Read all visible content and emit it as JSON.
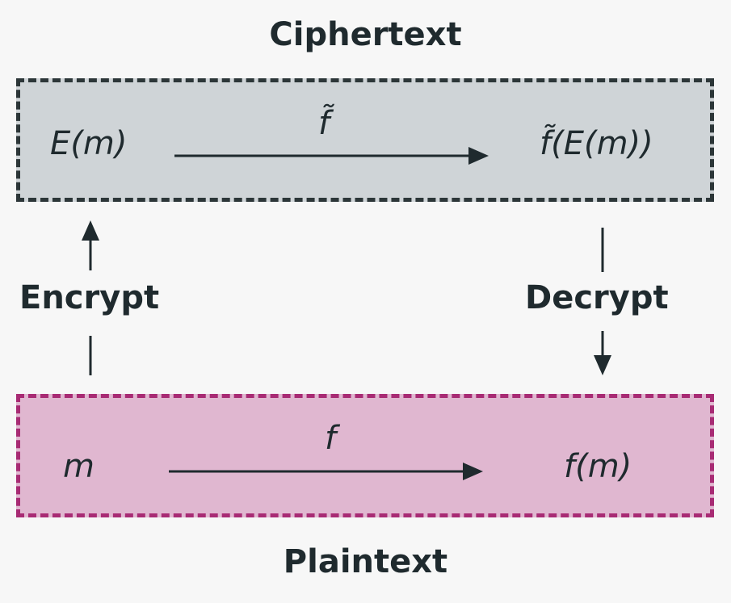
{
  "ciphertext": {
    "title": "Ciphertext",
    "input": "E(m)",
    "function": "f̃",
    "output": "f̃(E(m))"
  },
  "plaintext": {
    "title": "Plaintext",
    "input": "m",
    "function": "f",
    "output": "f(m)"
  },
  "transitions": {
    "encrypt": "Encrypt",
    "decrypt": "Decrypt"
  },
  "colors": {
    "background": "#f7f7f7",
    "cipher_fill": "#cfd4d7",
    "cipher_border": "#2c3638",
    "plain_fill": "#e0b7d0",
    "plain_border": "#a82b74",
    "ink": "#1f2a2e"
  }
}
